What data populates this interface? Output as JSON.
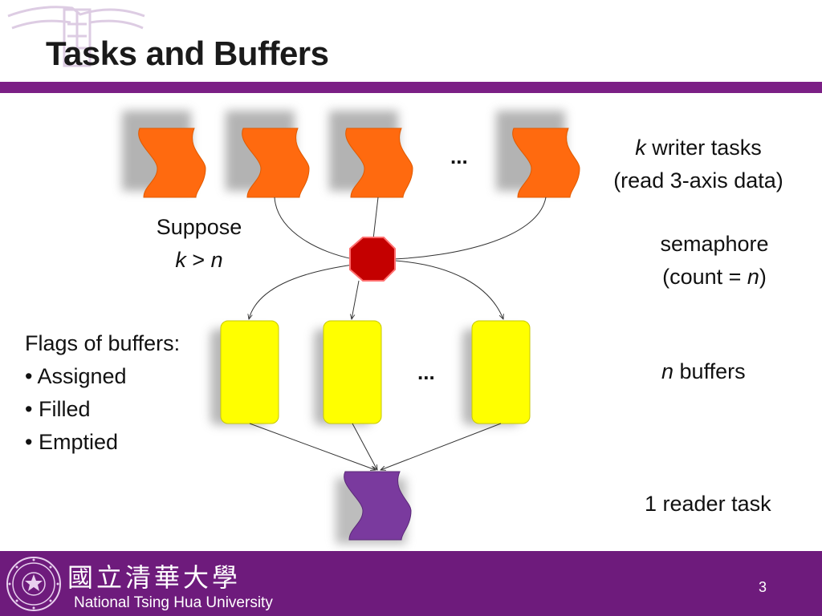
{
  "slide": {
    "title": "Tasks and Buffers",
    "page_number": "3"
  },
  "diagram": {
    "ellipsis": "...",
    "writers_label": {
      "prefix": "k",
      "text": " writer tasks",
      "line2": "(read 3-axis data)"
    },
    "suppose": {
      "line1": "Suppose",
      "k": "k",
      "op": " > ",
      "n": "n"
    },
    "semaphore": {
      "line1": "semaphore",
      "open": "(count = ",
      "n": "n",
      "close": ")"
    },
    "flags": {
      "heading": "Flags of buffers:",
      "items": [
        "Assigned",
        "Filled",
        "Emptied"
      ]
    },
    "buffers_label": {
      "n": "n",
      "text": " buffers"
    },
    "reader_label": "1 reader task"
  },
  "footer": {
    "university_cn": "國立清華大學",
    "university_en": "National Tsing Hua University"
  },
  "colors": {
    "accent": "#7b1f85",
    "footer": "#6e1b7c",
    "writer": "#ff6a0f",
    "buffer": "#ffff00",
    "reader": "#7a3a9e",
    "semaphore": "#c80000"
  }
}
